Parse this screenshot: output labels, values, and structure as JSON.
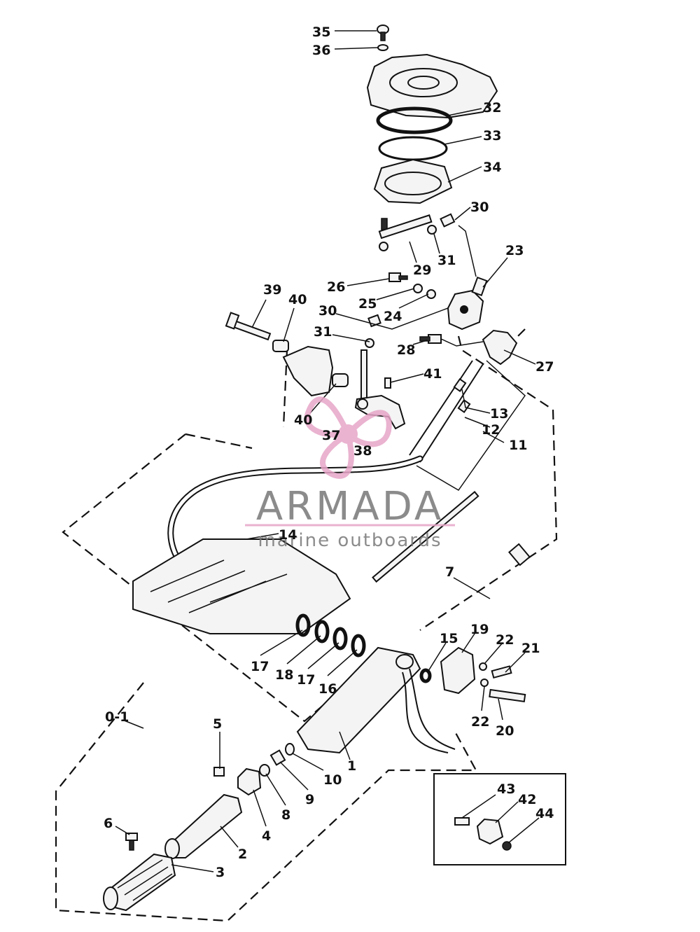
{
  "diagram": {
    "callouts": [
      "35",
      "36",
      "32",
      "33",
      "34",
      "30",
      "29",
      "31",
      "23",
      "26",
      "25",
      "24",
      "30",
      "31",
      "28",
      "27",
      "39",
      "40",
      "40",
      "41",
      "37",
      "38",
      "13",
      "12",
      "11",
      "14",
      "7",
      "15",
      "19",
      "22",
      "21",
      "22",
      "20",
      "17",
      "18",
      "17",
      "16",
      "1",
      "10",
      "9",
      "8",
      "5",
      "4",
      "0-1",
      "6",
      "2",
      "3",
      "43",
      "42",
      "44"
    ]
  },
  "watermark": {
    "brand": "ARMADA",
    "tagline": "marine outboards",
    "logo_icon": "propeller-logo-icon",
    "brand_color": "#777777",
    "accent_color": "#e7a6c8"
  }
}
